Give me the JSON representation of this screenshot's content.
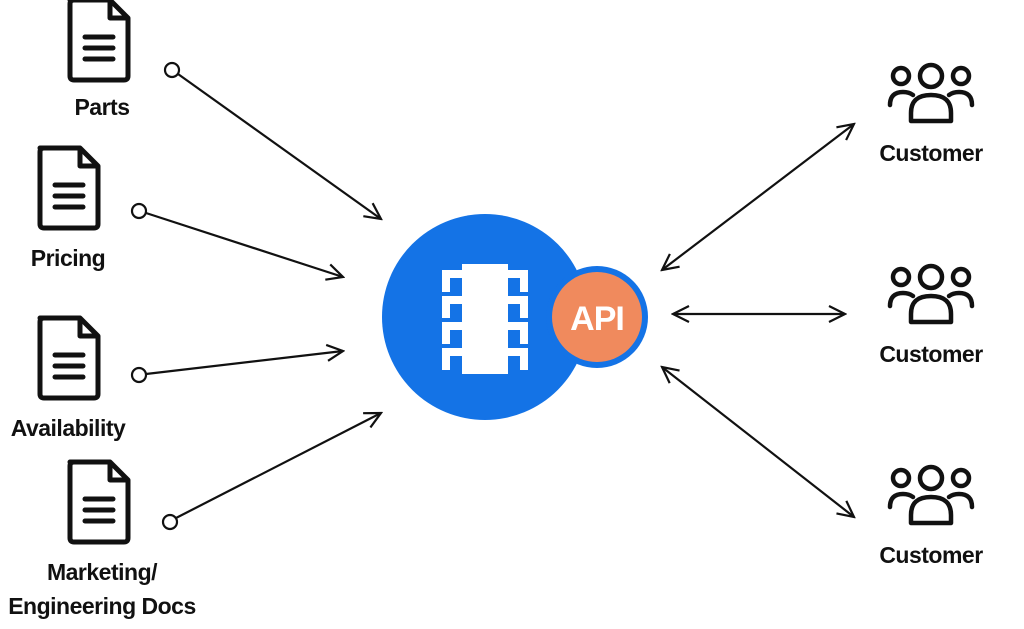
{
  "sources": [
    {
      "label": "Parts"
    },
    {
      "label": "Pricing"
    },
    {
      "label": "Availability"
    },
    {
      "label_line1": "Marketing/",
      "label_line2": "Engineering Docs"
    }
  ],
  "hub": {
    "badge": "API",
    "colors": {
      "hub": "#1473E6",
      "badge": "#F08A5D"
    }
  },
  "customers": [
    {
      "label": "Customer"
    },
    {
      "label": "Customer"
    },
    {
      "label": "Customer"
    }
  ],
  "icons": {
    "source": "document-icon",
    "hub": "chip-icon",
    "customer": "users-group-icon"
  }
}
